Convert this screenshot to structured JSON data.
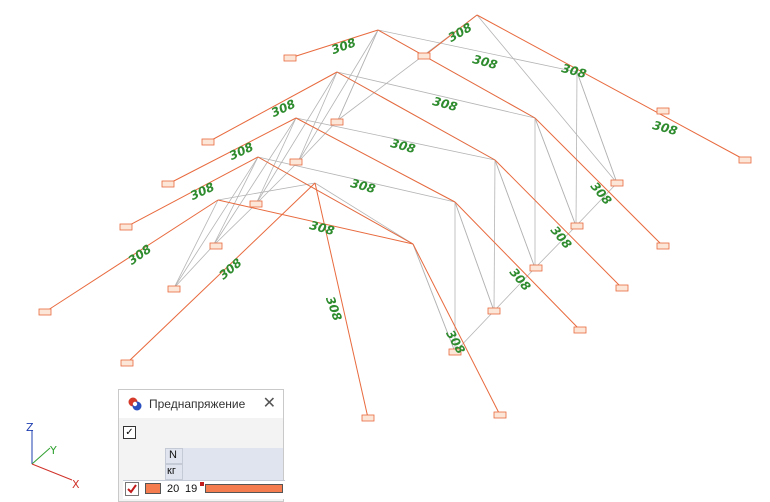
{
  "viewport": {
    "member_label": "308",
    "colors": {
      "member": "#e86a3e",
      "frame": "#b4b4b4",
      "label": "#2e8b2e",
      "support_fill": "#fbe6d8"
    }
  },
  "axes": {
    "x_label": "X",
    "y_label": "Y",
    "z_label": "Z"
  },
  "panel": {
    "title": "Преднапряжение",
    "close_glyph": "✕",
    "toolbar_check": "✓",
    "col_header_1": "N",
    "col_header_2": "кг",
    "row": {
      "value_1": "20",
      "value_2": "19",
      "swatch_color": "#f47c4f"
    }
  }
}
